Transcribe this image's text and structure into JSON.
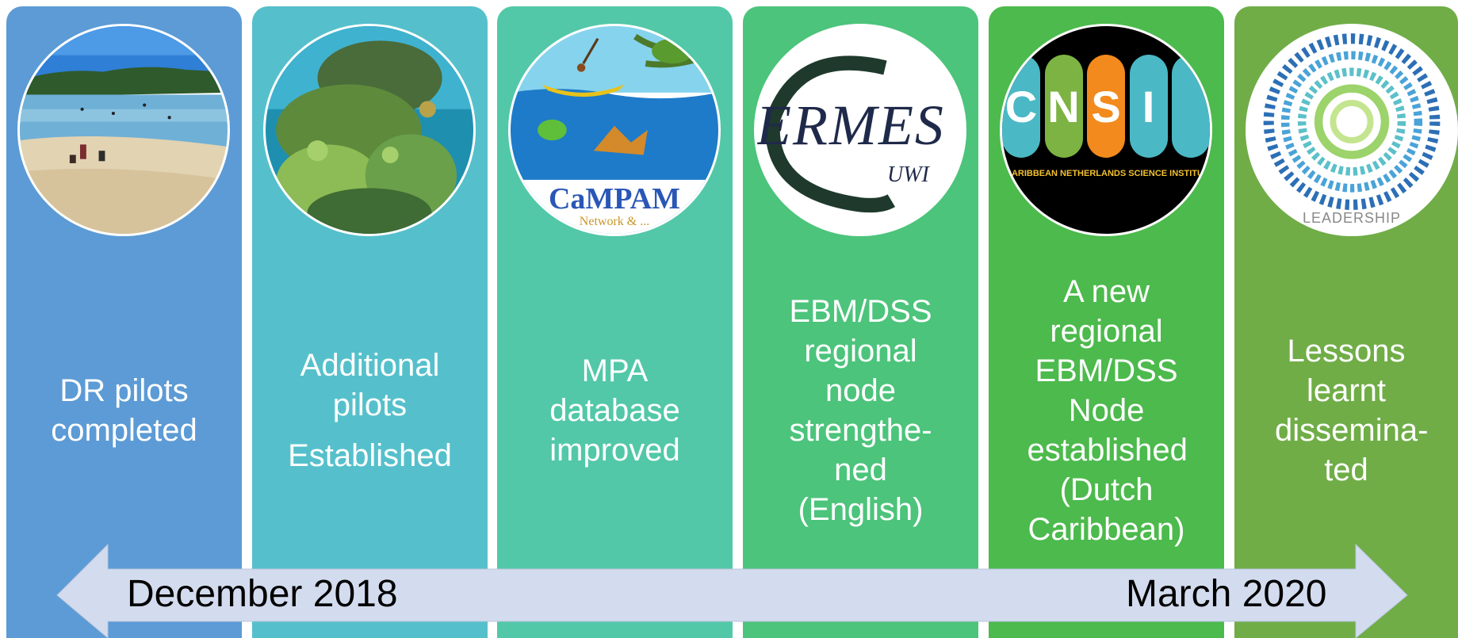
{
  "panels": [
    {
      "caption": "DR pilots completed",
      "image": "beach-photo",
      "color": "#5c9bd5"
    },
    {
      "caption": "Additional pilots",
      "caption_line2": "Established",
      "image": "coral-reef-photo",
      "color": "#55c0cb"
    },
    {
      "caption": "MPA database improved",
      "image": "campam-logo",
      "logo_text": "CaMPAM",
      "logo_subtext": "Network & ...",
      "color": "#52c8a8"
    },
    {
      "caption": "EBM/DSS regional node strengthe-ned (English)",
      "image": "cermes-logo",
      "logo_text": "ERMES",
      "logo_subtext": "UWI",
      "color": "#4cc47b"
    },
    {
      "caption": "A new regional EBM/DSS Node established (Dutch Caribbean)",
      "image": "cnsi-logo",
      "logo_letters": [
        "C",
        "N",
        "S",
        "I"
      ],
      "logo_subtext": "CARIBBEAN NETHERLANDS SCIENCE INSTITUTE",
      "color": "#4cba4c"
    },
    {
      "caption": "Lessons learnt dissemina-ted",
      "image": "leadership-logo",
      "logo_subtext": "LEADERSHIP",
      "color": "#70ad47"
    }
  ],
  "timeline": {
    "start_label": "December 2018",
    "end_label": "March 2020",
    "arrow_color": "#d3dcee"
  }
}
